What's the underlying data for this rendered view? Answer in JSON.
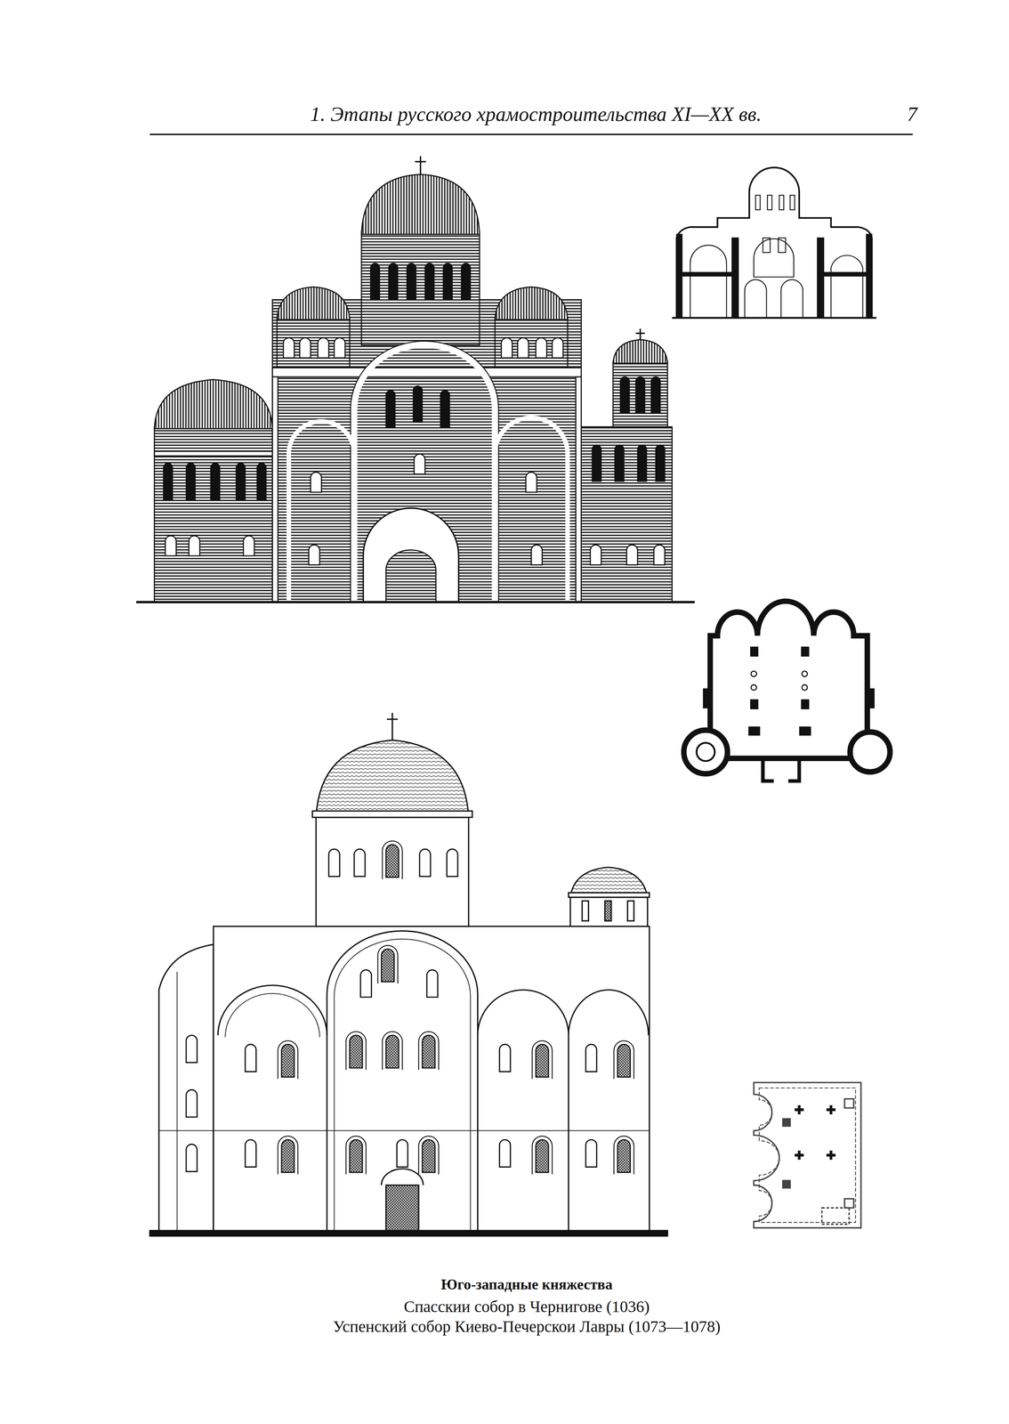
{
  "diagram": {
    "title": "1. Этапы русского храмостроительства XI—XX вв.",
    "caption": "Юго-западные княжества",
    "labels": [
      "7",
      "Спасскии собор в Чернигове (1036)",
      "Успенский собор Киево-Печерскои Лавры (1073—1078)"
    ]
  }
}
